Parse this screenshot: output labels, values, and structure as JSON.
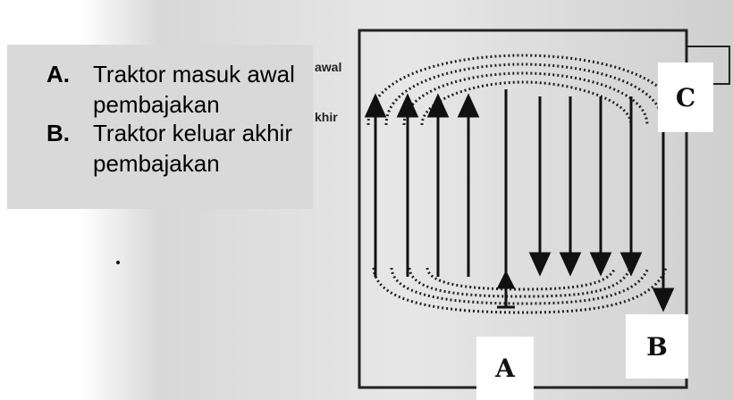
{
  "caption": {
    "items": [
      {
        "letter": "A.",
        "text": "Traktor masuk awal pembajakan"
      },
      {
        "letter": "B.",
        "text": "Traktor keluar akhir pembajakan"
      }
    ]
  },
  "labels": {
    "a": "A",
    "b": "B",
    "c": "C"
  },
  "photo_fragments": {
    "awal": "awal",
    "akhir": "khir"
  },
  "colors": {
    "paper": "#f2f2f2",
    "ink": "#111111",
    "caption_bg": "#d9d9d9",
    "label_bg": "#ffffff"
  }
}
